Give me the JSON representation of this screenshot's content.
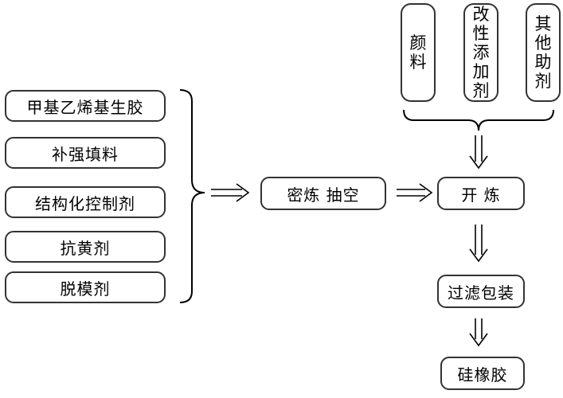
{
  "inputs": [
    "甲基乙烯基生胶",
    "补强填料",
    "结构化控制剂",
    "抗黄剂",
    "脱模剂"
  ],
  "additives": [
    "颜\n料",
    "改\n性\n添\n加\n剂",
    "其\n他\n助\n剂"
  ],
  "steps": {
    "mixing": "密炼  抽空",
    "milling": "开  炼",
    "filter_pack": "过滤包装",
    "product": "硅橡胶"
  }
}
